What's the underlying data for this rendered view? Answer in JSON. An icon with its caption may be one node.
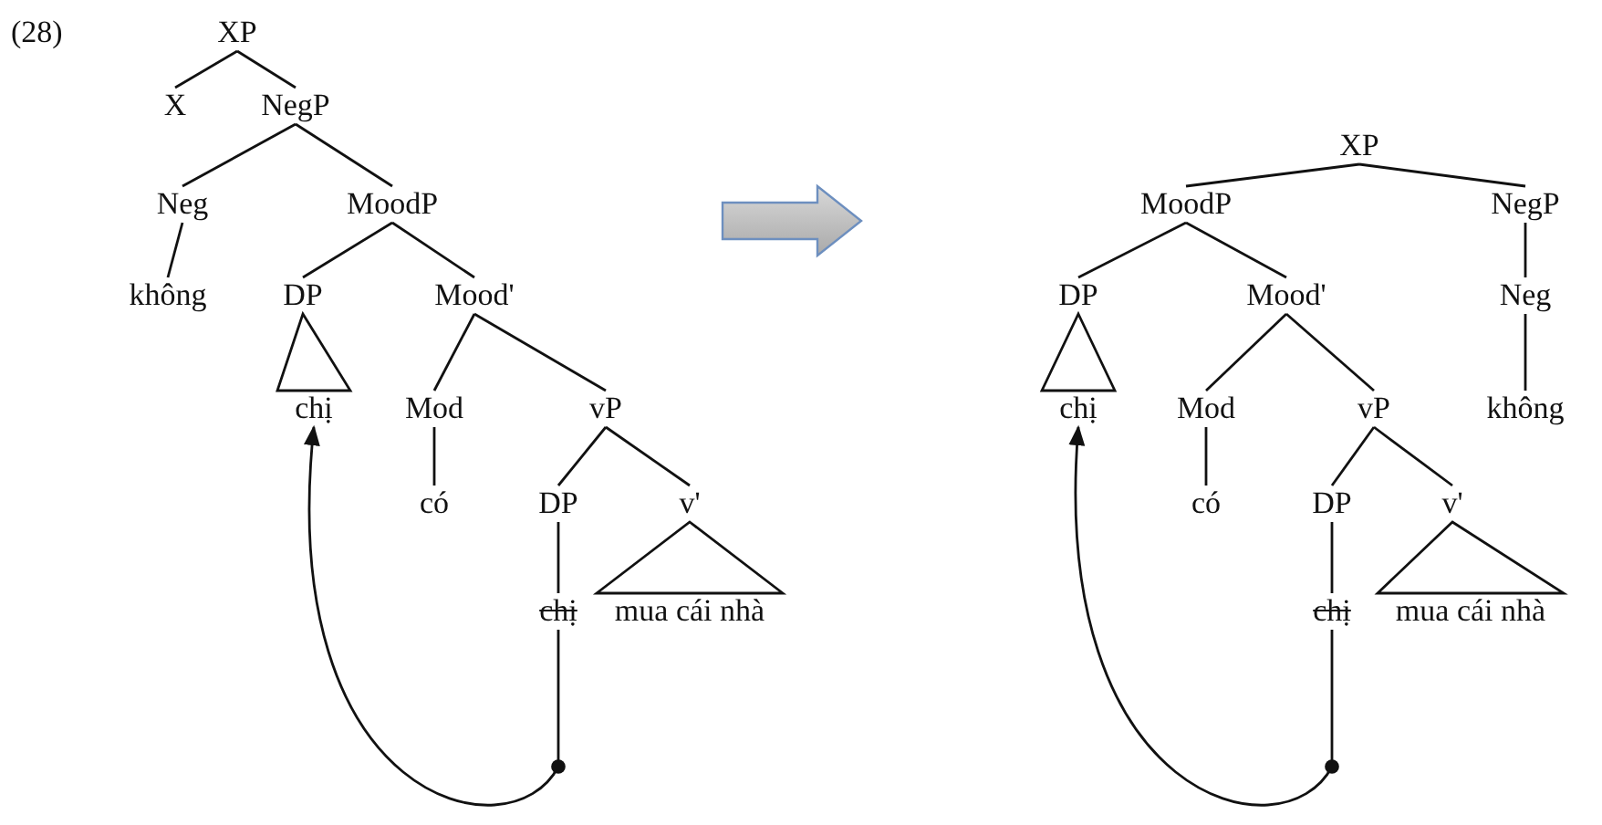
{
  "diagram": {
    "nodes": [
      {
        "text": [
          "XP"
        ]
      },
      {
        "text": [
          "X"
        ]
      },
      {
        "text": [
          "NegP"
        ]
      },
      {
        "text": [
          "Neg"
        ]
      },
      {
        "text": [
          "MoodP"
        ]
      },
      {
        "text": [
          "không"
        ]
      },
      {
        "text": [
          "DP"
        ]
      },
      {
        "text": [
          "Mood'"
        ]
      },
      {
        "text": [
          "chị"
        ]
      },
      {
        "text": [
          "Mod"
        ]
      },
      {
        "text": [
          "vP"
        ]
      },
      {
        "text": [
          "có"
        ]
      },
      {
        "text": [
          "DP"
        ]
      },
      {
        "text": [
          "v'"
        ]
      },
      {
        "text": [
          "chị"
        ]
      },
      {
        "text": [
          "mua cái nhà"
        ]
      },
      {
        "text": [
          "XP"
        ]
      },
      {
        "text": [
          "MoodP"
        ]
      },
      {
        "text": [
          "NegP"
        ]
      },
      {
        "text": [
          "DP"
        ]
      },
      {
        "text": [
          "Mood'"
        ]
      },
      {
        "text": [
          "Neg"
        ]
      },
      {
        "text": [
          "chị"
        ]
      },
      {
        "text": [
          "Mod"
        ]
      },
      {
        "text": [
          "vP"
        ]
      },
      {
        "text": [
          "không"
        ]
      },
      {
        "text": [
          "có"
        ]
      },
      {
        "text": [
          "DP"
        ]
      },
      {
        "text": [
          "v'"
        ]
      },
      {
        "text": [
          "chị"
        ]
      },
      {
        "text": [
          "mua cái nhà"
        ]
      }
    ],
    "edges": [
      {
        "from": 0,
        "to": 1,
        "arrow": "none"
      },
      {
        "from": 0,
        "to": 2,
        "arrow": "none"
      },
      {
        "from": 2,
        "to": 3,
        "arrow": "none"
      },
      {
        "from": 2,
        "to": 4,
        "arrow": "none"
      },
      {
        "from": 3,
        "to": 5,
        "arrow": "none"
      },
      {
        "from": 4,
        "to": 6,
        "arrow": "none"
      },
      {
        "from": 4,
        "to": 7,
        "arrow": "none"
      },
      {
        "from": 6,
        "to": 8,
        "arrow": "none"
      },
      {
        "from": 7,
        "to": 9,
        "arrow": "none"
      },
      {
        "from": 7,
        "to": 10,
        "arrow": "none"
      },
      {
        "from": 9,
        "to": 11,
        "arrow": "none"
      },
      {
        "from": 10,
        "to": 12,
        "arrow": "none"
      },
      {
        "from": 10,
        "to": 13,
        "arrow": "none"
      },
      {
        "from": 12,
        "to": 14,
        "arrow": "none"
      },
      {
        "from": 13,
        "to": 15,
        "arrow": "none"
      },
      {
        "from": 14,
        "to": 8,
        "arrow": "to"
      },
      {
        "from": 16,
        "to": 17,
        "arrow": "none"
      },
      {
        "from": 16,
        "to": 18,
        "arrow": "none"
      },
      {
        "from": 17,
        "to": 19,
        "arrow": "none"
      },
      {
        "from": 17,
        "to": 20,
        "arrow": "none"
      },
      {
        "from": 18,
        "to": 21,
        "arrow": "none"
      },
      {
        "from": 19,
        "to": 22,
        "arrow": "none"
      },
      {
        "from": 20,
        "to": 23,
        "arrow": "none"
      },
      {
        "from": 20,
        "to": 24,
        "arrow": "none"
      },
      {
        "from": 21,
        "to": 25,
        "arrow": "none"
      },
      {
        "from": 23,
        "to": 26,
        "arrow": "none"
      },
      {
        "from": 24,
        "to": 27,
        "arrow": "none"
      },
      {
        "from": 24,
        "to": 28,
        "arrow": "none"
      },
      {
        "from": 27,
        "to": 29,
        "arrow": "none"
      },
      {
        "from": 28,
        "to": 30,
        "arrow": "none"
      },
      {
        "from": 29,
        "to": 22,
        "arrow": "to"
      }
    ],
    "labels": [
      "(28)"
    ]
  }
}
